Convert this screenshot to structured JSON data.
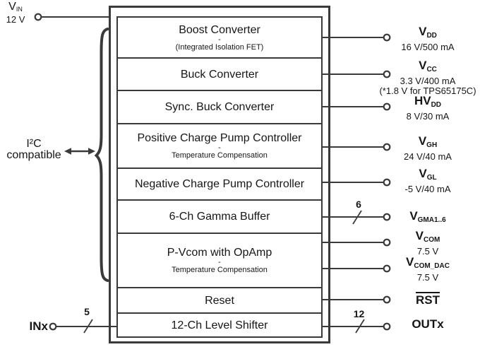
{
  "chip": {
    "blocks": [
      {
        "title": "Boost Converter",
        "dash": "-",
        "subtitle": "(Integrated Isolation FET)"
      },
      {
        "title": "Buck Converter"
      },
      {
        "title": "Sync. Buck Converter"
      },
      {
        "title": "Positive Charge Pump Controller",
        "dash": "-",
        "subtitle": "Temperature Compensation"
      },
      {
        "title": "Negative Charge Pump Controller"
      },
      {
        "title": "6-Ch Gamma Buffer"
      },
      {
        "title": "P-Vcom with OpAmp",
        "dash": "-",
        "subtitle": "Temperature Compensation"
      },
      {
        "title": "Reset"
      },
      {
        "title": "12-Ch Level Shifter"
      }
    ]
  },
  "left": {
    "vin": {
      "symbol": "V",
      "subscript": "IN",
      "value": "12 V"
    },
    "i2c": {
      "line1": "I²C",
      "line2": "compatible"
    },
    "inx": {
      "label": "INx",
      "bus_width": "5"
    }
  },
  "right": {
    "outputs": [
      {
        "symbol": "V",
        "subscript": "DD",
        "line1": "16 V/500 mA"
      },
      {
        "symbol": "V",
        "subscript": "CC",
        "line1": "3.3 V/400 mA",
        "line2": "(*1.8 V for TPS65175C)"
      },
      {
        "symbol": "HV",
        "subscript": "DD",
        "line1": "8 V/30 mA"
      },
      {
        "symbol": "V",
        "subscript": "GH",
        "line1": "24 V/40 mA"
      },
      {
        "symbol": "V",
        "subscript": "GL",
        "line1": "-5 V/40 mA"
      },
      {
        "symbol": "V",
        "subscript": "GMA1..6",
        "bus_width": "6"
      },
      {
        "symbol": "V",
        "subscript": "COM",
        "line1": "7.5 V"
      },
      {
        "symbol": "V",
        "subscript": "COM_DAC",
        "line1": "7.5 V"
      },
      {
        "symbol": "RST",
        "active_low": "true"
      },
      {
        "symbol": "OUTx",
        "bus_width": "12"
      }
    ]
  },
  "colors": {
    "line": "#3a3a3a",
    "text": "#161616"
  }
}
